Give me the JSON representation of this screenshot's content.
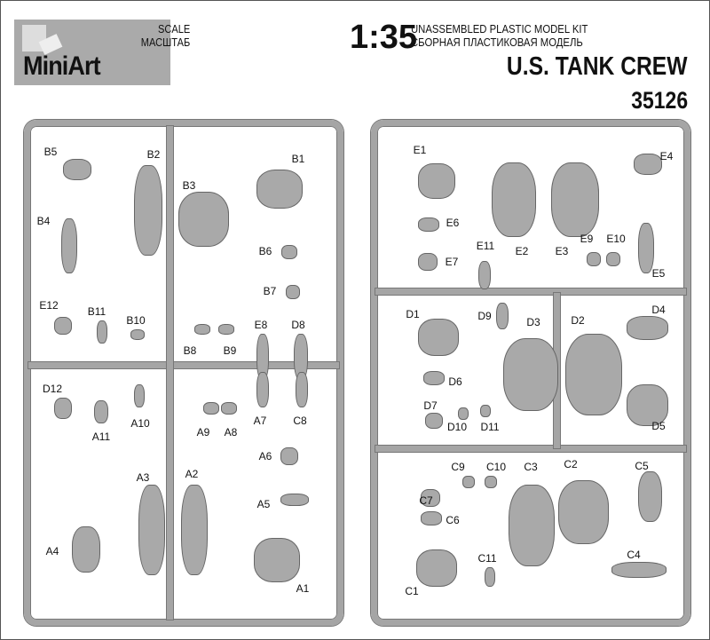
{
  "header": {
    "logo": "MiniArt",
    "scale_en": "SCALE",
    "scale_ru": "МАСШТАБ",
    "scale_value": "1:35",
    "kit_en": "UNASSEMBLED PLASTIC MODEL KIT",
    "kit_ru": "СБОРНАЯ ПЛАСТИКОВАЯ МОДЕЛЬ",
    "title": "U.S. TANK CREW",
    "number": "35126"
  },
  "left_parts": [
    "B5",
    "B2",
    "B3",
    "B1",
    "B4",
    "B6",
    "B7",
    "E12",
    "B11",
    "B10",
    "B8",
    "B9",
    "E8",
    "D8",
    "D12",
    "A11",
    "A10",
    "A9",
    "A8",
    "A7",
    "C8",
    "A6",
    "A3",
    "A2",
    "A5",
    "A4",
    "A1"
  ],
  "right_parts": [
    "E1",
    "E4",
    "E6",
    "E7",
    "E11",
    "E2",
    "E3",
    "E9",
    "E10",
    "E5",
    "D1",
    "D9",
    "D3",
    "D2",
    "D4",
    "D6",
    "D7",
    "D10",
    "D11",
    "D5",
    "C9",
    "C10",
    "C3",
    "C2",
    "C5",
    "C7",
    "C6",
    "C4",
    "C11",
    "C1"
  ]
}
